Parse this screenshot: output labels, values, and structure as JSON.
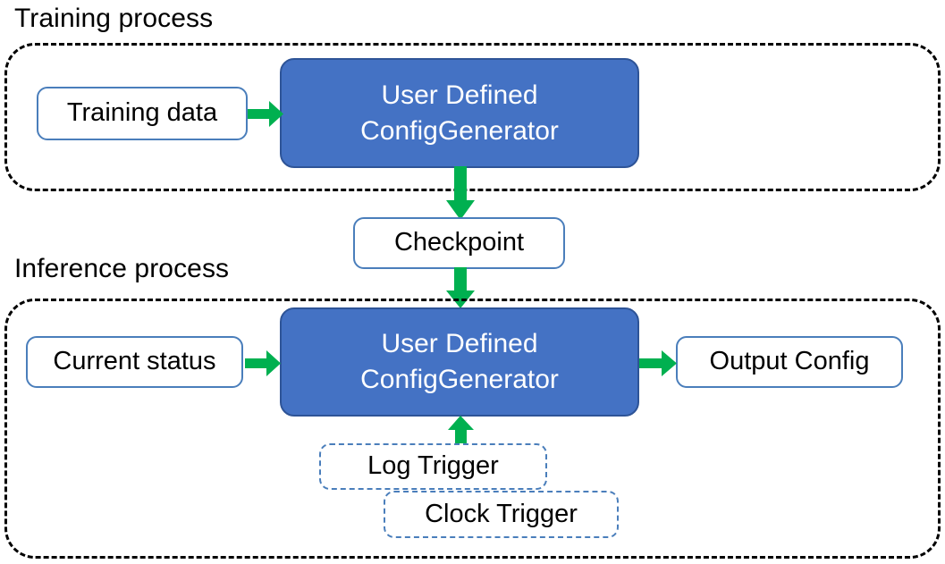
{
  "diagram": {
    "title_training": "Training process",
    "title_inference": "Inference process",
    "colors": {
      "process_fill": "#4472C4",
      "process_border": "#2E5497",
      "node_border": "#4A7EBB",
      "arrow": "#00B050",
      "group_border": "#000000",
      "text_dark": "#000000",
      "text_light": "#FFFFFF"
    },
    "training": {
      "caption": "Training process",
      "input_node": "Training data",
      "process_line1": "User Defined",
      "process_line2": "ConfigGenerator"
    },
    "bridge": {
      "checkpoint": "Checkpoint"
    },
    "inference": {
      "caption": "Inference process",
      "input_node": "Current status",
      "process_line1": "User Defined",
      "process_line2": "ConfigGenerator",
      "output_node": "Output Config",
      "triggers": [
        "Log Trigger",
        "Clock Trigger"
      ]
    },
    "edges": [
      {
        "name": "training-data-to-generator",
        "label": ""
      },
      {
        "name": "training-generator-to-checkpoint",
        "label": ""
      },
      {
        "name": "checkpoint-to-inference-generator",
        "label": ""
      },
      {
        "name": "current-status-to-generator",
        "label": ""
      },
      {
        "name": "generator-to-output-config",
        "label": ""
      },
      {
        "name": "log-trigger-to-generator",
        "label": ""
      }
    ]
  }
}
